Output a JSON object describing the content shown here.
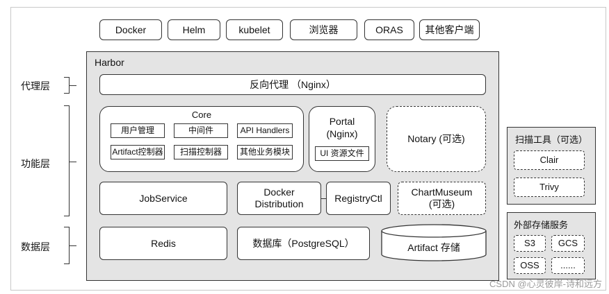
{
  "clients": [
    "Docker",
    "Helm",
    "kubelet",
    "浏览器",
    "ORAS",
    "其他客户端"
  ],
  "layers": {
    "proxy": "代理层",
    "function": "功能层",
    "data": "数据层"
  },
  "harbor": {
    "title": "Harbor",
    "proxy": "反向代理 （Nginx）",
    "core": {
      "title": "Core",
      "items": [
        "用户管理",
        "中间件",
        "API Handlers",
        "Artifact控制器",
        "扫描控制器",
        "其他业务模块"
      ]
    },
    "portal": {
      "title_line1": "Portal",
      "title_line2": "(Nginx)",
      "item": "UI 资源文件"
    },
    "notary": "Notary (可选)",
    "jobservice": "JobService",
    "distribution": {
      "line1": "Docker",
      "line2": "Distribution"
    },
    "registryctl": "RegistryCtl",
    "chartmuseum": {
      "line1": "ChartMuseum",
      "line2": "(可选)"
    },
    "redis": "Redis",
    "database": "数据库（PostgreSQL）",
    "artifact_storage": "Artifact 存储"
  },
  "scanners": {
    "title": "扫描工具（可选）",
    "items": [
      "Clair",
      "Trivy"
    ]
  },
  "storage": {
    "title": "外部存储服务",
    "items": [
      "S3",
      "GCS",
      "OSS",
      "......"
    ]
  },
  "watermark": "CSDN @心灵彼岸-诗和远方"
}
